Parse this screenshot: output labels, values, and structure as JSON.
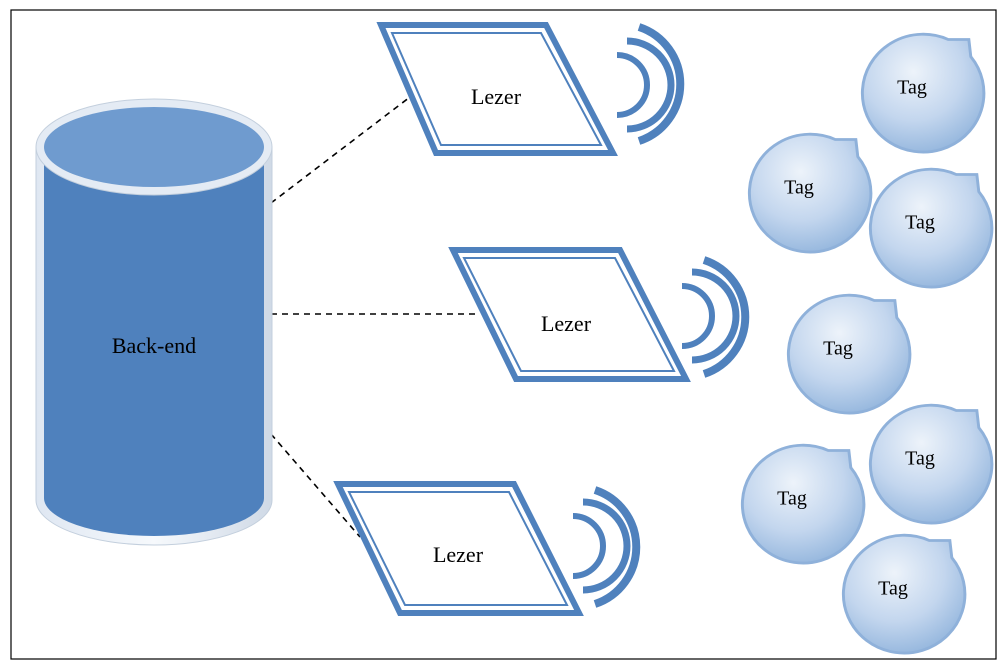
{
  "backend": {
    "label": "Back-end"
  },
  "readers": [
    {
      "label": "Lezer"
    },
    {
      "label": "Lezer"
    },
    {
      "label": "Lezer"
    }
  ],
  "tags": [
    {
      "label": "Tag"
    },
    {
      "label": "Tag"
    },
    {
      "label": "Tag"
    },
    {
      "label": "Tag"
    },
    {
      "label": "Tag"
    },
    {
      "label": "Tag"
    },
    {
      "label": "Tag"
    }
  ],
  "colors": {
    "database_body": "#4f81bd",
    "database_top": "#6f9bcf",
    "reader_border": "#4f81bd",
    "signal": "#4f81bd",
    "tag_light": "#dde8f5",
    "tag_dark": "#8eb2db",
    "tag_border": "#93b5de",
    "connector": "#000000",
    "frame": "#000000"
  },
  "icons": {
    "reader": "parallelogram-reader-icon",
    "signal": "radio-waves-icon",
    "tag": "tag-bubble-icon",
    "backend": "database-cylinder-icon"
  }
}
